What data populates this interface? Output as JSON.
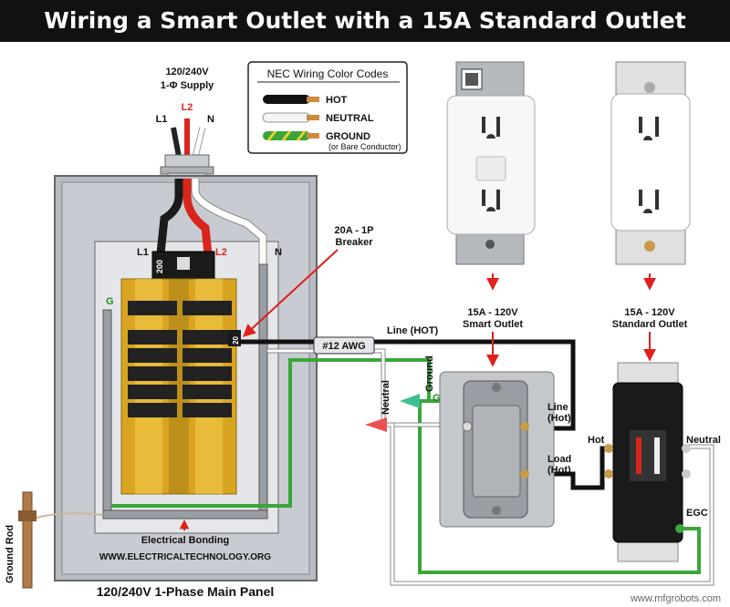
{
  "title": "Wiring a Smart Outlet with a 15A Standard Outlet",
  "supply": {
    "voltage": "120/240V",
    "phase": "1-Φ Supply",
    "l1": "L1",
    "l2": "L2",
    "neutral": "N"
  },
  "legend": {
    "title": "NEC Wiring Color Codes",
    "hot": "HOT",
    "neutral": "NEUTRAL",
    "ground": "GROUND",
    "ground_note": "(or Bare Conductor)"
  },
  "panel": {
    "l1": "L1",
    "l2": "L2",
    "n": "N",
    "g": "G",
    "main_breaker": "200",
    "branch_breaker": "20",
    "breaker_label_line1": "20A - 1P",
    "breaker_label_line2": "Breaker",
    "bonding": "Electrical Bonding",
    "website": "WWW.ELECTRICALTECHNOLOGY.ORG",
    "caption": "120/240V 1-Phase Main Panel"
  },
  "wiring": {
    "cable": "#12 AWG",
    "line_hot": "Line (HOT)",
    "ground": "Ground",
    "neutral": "Neutral",
    "g": "G",
    "line_hot2_a": "Line",
    "line_hot2_b": "(Hot)",
    "load_a": "Load",
    "load_b": "(Hot)",
    "hot": "Hot",
    "neutral2": "Neutral",
    "egc": "EGC",
    "ground_rod": "Ground Rod"
  },
  "smart_outlet": {
    "line1": "15A - 120V",
    "line2": "Smart Outlet"
  },
  "standard_outlet": {
    "line1": "15A - 120V",
    "line2": "Standard Outlet"
  },
  "watermark": "www.mfgrobots.com",
  "colors": {
    "hot": "#111111",
    "l2": "#d8261c",
    "neutral": "#ffffff",
    "ground": "#3aa63a",
    "busbar": "#d9a521",
    "arrow": "#e0201c"
  }
}
